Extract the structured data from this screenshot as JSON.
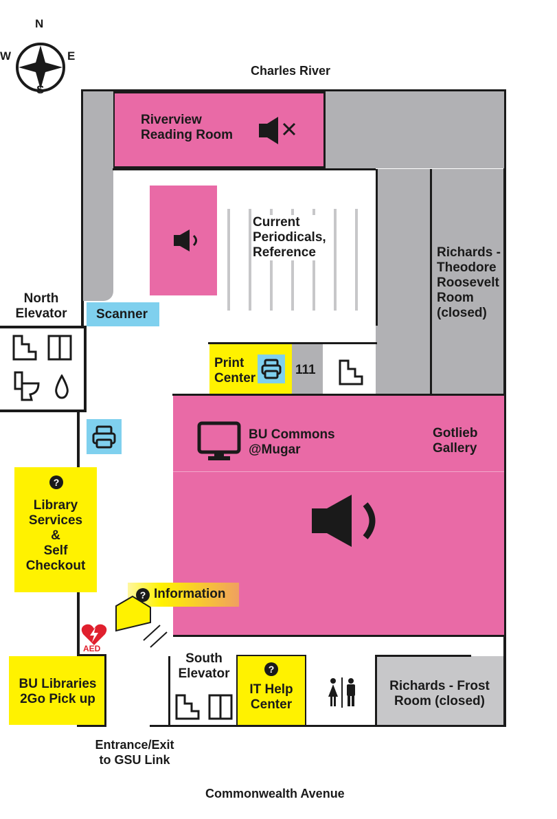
{
  "compass": {
    "n": "N",
    "s": "S",
    "e": "E",
    "w": "W",
    "icon": "compass-rose-icon"
  },
  "outside": {
    "north": "Charles River",
    "south": "Commonwealth Avenue",
    "entrance": "Entrance/Exit\nto GSU Link"
  },
  "rooms": {
    "riverview": "Riverview\nReading Room",
    "periodicals": "Current\nPeriodicals,\nReference",
    "roosevelt": "Richards -\nTheodore\nRoosevelt\nRoom\n(closed)",
    "north_elevator": "North\nElevator",
    "scanner": "Scanner",
    "print_center": "Print\nCenter",
    "room_111": "111",
    "commons": "BU Commons\n@Mugar",
    "gotlieb": "Gotlieb\nGallery",
    "library_services": "Library\nServices\n&\nSelf\nCheckout",
    "information": "Information",
    "aed": "AED",
    "libraries_2go": "BU Libraries\n2Go Pick up",
    "south_elevator": "South\nElevator",
    "it_help": "IT Help\nCenter",
    "frost": "Richards - Frost\nRoom (closed)"
  },
  "colors": {
    "pink": "#e96aa6",
    "gray": "#b1b1b4",
    "light_gray": "#c7c7c9",
    "yellow": "#fff200",
    "blue": "#7fd0ee",
    "orange": "#f0a060",
    "wall": "#1a1a1a",
    "aed_red": "#e0202e"
  },
  "icons": {
    "quiet_zone": "speaker-muted-icon",
    "low_volume": "speaker-low-icon",
    "loud": "speaker-loud-icon",
    "printer": "printer-icon",
    "stairs": "stairs-icon",
    "elevator": "elevator-icon",
    "toilet": "toilet-icon",
    "water": "water-drop-icon",
    "computer": "computer-monitor-icon",
    "help": "question-mark-icon",
    "restroom": "restroom-icon",
    "aed": "aed-heart-icon"
  }
}
